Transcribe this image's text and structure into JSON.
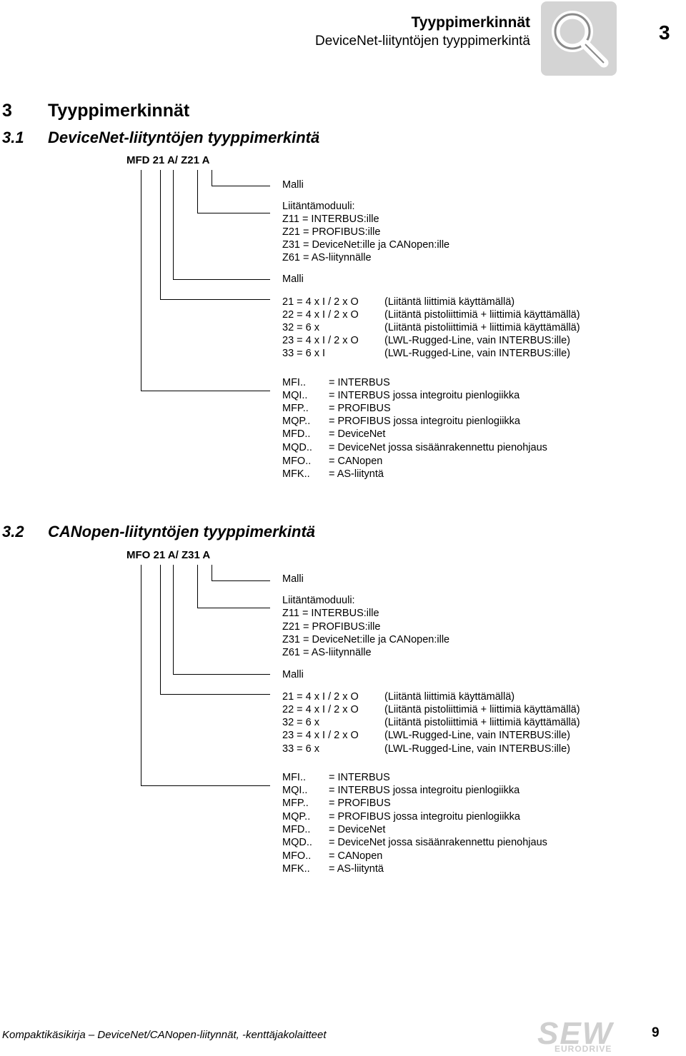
{
  "header": {
    "title": "Tyyppimerkinnät",
    "subtitle": "DeviceNet-liityntöjen tyyppimerkintä",
    "chapter_number": "3",
    "icon": "magnifier-icon"
  },
  "chapter": {
    "number": "3",
    "title": "Tyyppimerkinnät"
  },
  "sections": [
    {
      "number": "3.1",
      "title": "DeviceNet-liityntöjen tyyppimerkintä",
      "code": "MFD 21 A/ Z21 A",
      "malli1": "Malli",
      "module_heading": "Liitäntämoduuli:",
      "modules": [
        "Z11 = INTERBUS:ille",
        "Z21 = PROFIBUS:ille",
        "Z31 = DeviceNet:ille ja CANopen:ille",
        "Z61 = AS-liitynnälle"
      ],
      "malli2": "Malli",
      "variants": [
        {
          "code": "21 = 4 x I / 2 x O",
          "desc": "(Liitäntä liittimiä käyttämällä)"
        },
        {
          "code": "22 = 4 x I / 2 x O",
          "desc": "(Liitäntä pistoliittimiä + liittimiä käyttämällä)"
        },
        {
          "code": "32 = 6 x",
          "desc": "(Liitäntä pistoliittimiä + liittimiä käyttämällä)"
        },
        {
          "code": "23 = 4 x I / 2 x O",
          "desc": "(LWL-Rugged-Line, vain INTERBUS:ille)"
        },
        {
          "code": "33 = 6 x I",
          "desc": "(LWL-Rugged-Line, vain INTERBUS:ille)"
        }
      ],
      "types": [
        {
          "code": "MFI..",
          "desc": "= INTERBUS"
        },
        {
          "code": "MQI..",
          "desc": "= INTERBUS jossa integroitu pienlogiikka"
        },
        {
          "code": "MFP..",
          "desc": "= PROFIBUS"
        },
        {
          "code": "MQP..",
          "desc": "= PROFIBUS jossa integroitu pienlogiikka"
        },
        {
          "code": "MFD..",
          "desc": "= DeviceNet"
        },
        {
          "code": "MQD..",
          "desc": "= DeviceNet jossa sisäänrakennettu pienohjaus"
        },
        {
          "code": "MFO..",
          "desc": "= CANopen"
        },
        {
          "code": "MFK..",
          "desc": "= AS-liityntä"
        }
      ]
    },
    {
      "number": "3.2",
      "title": "CANopen-liityntöjen tyyppimerkintä",
      "code": "MFO 21 A/ Z31 A",
      "malli1": "Malli",
      "module_heading": "Liitäntämoduuli:",
      "modules": [
        "Z11 = INTERBUS:ille",
        "Z21 = PROFIBUS:ille",
        "Z31 = DeviceNet:ille ja CANopen:ille",
        "Z61 = AS-liitynnälle"
      ],
      "malli2": "Malli",
      "variants": [
        {
          "code": "21 = 4 x I / 2 x O",
          "desc": "(Liitäntä liittimiä käyttämällä)"
        },
        {
          "code": "22 = 4 x I / 2 x O",
          "desc": "(Liitäntä pistoliittimiä + liittimiä käyttämällä)"
        },
        {
          "code": "32 = 6 x",
          "desc": "(Liitäntä pistoliittimiä + liittimiä käyttämällä)"
        },
        {
          "code": "23 = 4 x I / 2 x O",
          "desc": "(LWL-Rugged-Line, vain INTERBUS:ille)"
        },
        {
          "code": "33 = 6 x",
          "desc": "(LWL-Rugged-Line, vain INTERBUS:ille)"
        }
      ],
      "types": [
        {
          "code": "MFI..",
          "desc": "= INTERBUS"
        },
        {
          "code": "MQI..",
          "desc": "= INTERBUS jossa integroitu pienlogiikka"
        },
        {
          "code": "MFP..",
          "desc": "= PROFIBUS"
        },
        {
          "code": "MQP..",
          "desc": "= PROFIBUS jossa integroitu pienlogiikka"
        },
        {
          "code": "MFD..",
          "desc": "= DeviceNet"
        },
        {
          "code": "MQD..",
          "desc": "= DeviceNet jossa sisäänrakennettu pienohjaus"
        },
        {
          "code": "MFO..",
          "desc": "= CANopen"
        },
        {
          "code": "MFK..",
          "desc": "= AS-liityntä"
        }
      ]
    }
  ],
  "footer": {
    "text": "Kompaktikäsikirja – DeviceNet/CANopen-liitynnät, -kenttäjakolaitteet",
    "logo_top": "SEW",
    "logo_bottom": "EURODRIVE",
    "page_number": "9"
  }
}
